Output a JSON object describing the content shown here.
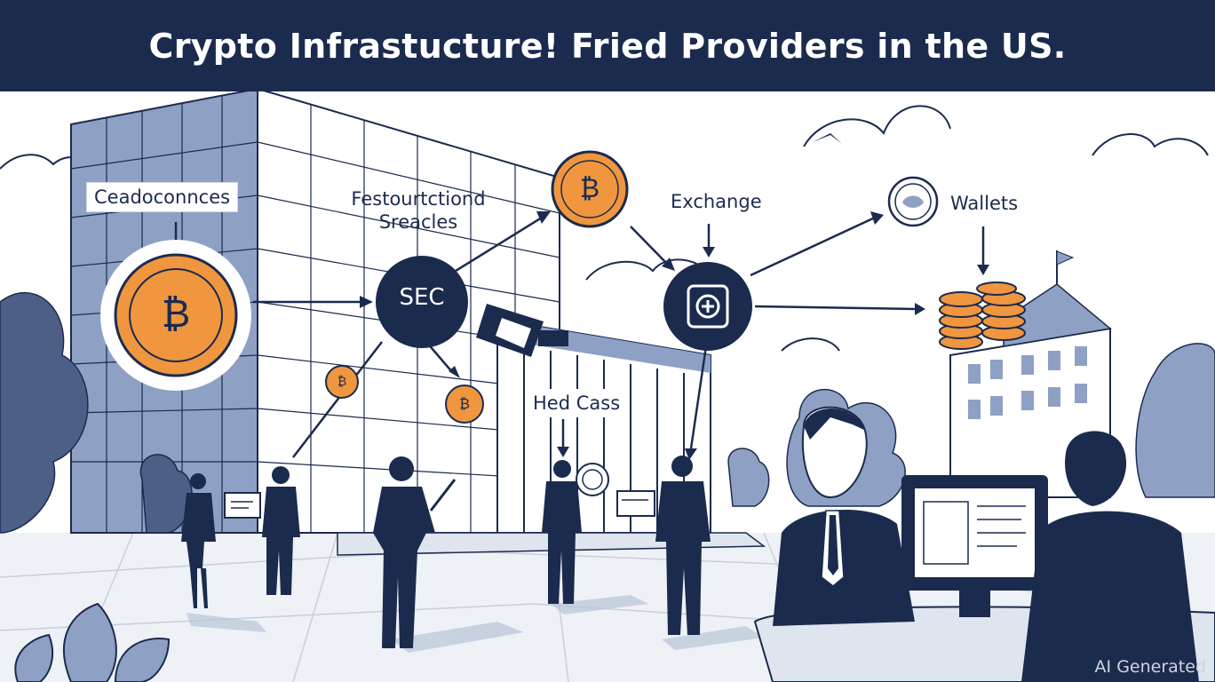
{
  "title": "Crypto Infrastucture! Fried Providers in the US.",
  "labels": {
    "left": "Ceadoconnces",
    "center_line1": "Festourtctiond",
    "center_line2": "Sreacles",
    "sec": "SEC",
    "exchange": "Exchange",
    "wallets": "Wallets",
    "hed": "Hed Cass"
  },
  "coin_symbol": "₿",
  "watermark": "AI Generated",
  "colors": {
    "navy": "#1b2b4e",
    "coin_orange": "#f0963f",
    "building_blue": "#8ea1c4",
    "tree_slate": "#4d5f86",
    "ground": "#dfe5ef"
  }
}
